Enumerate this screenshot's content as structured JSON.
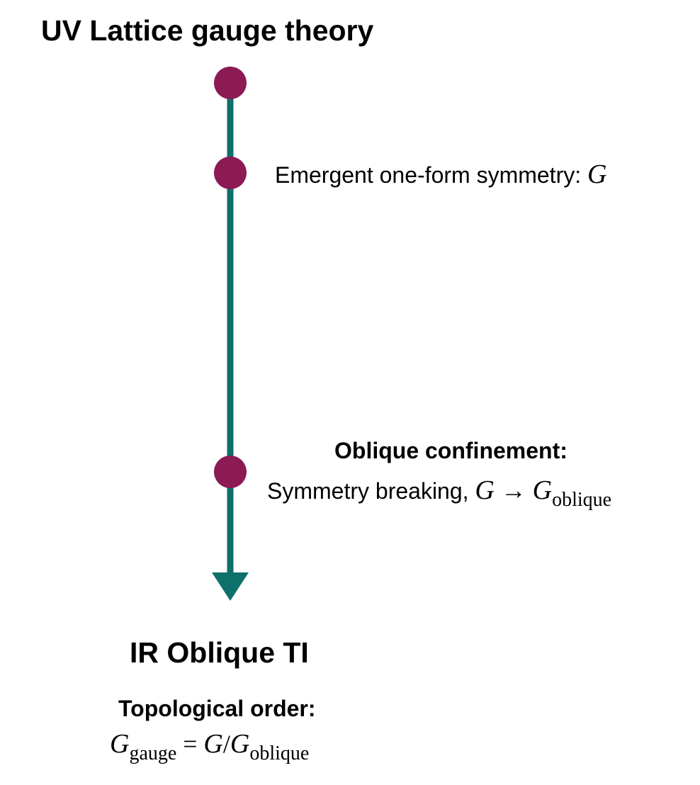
{
  "colors": {
    "flow_line": "#0f6f6a",
    "node": "#8b1a55",
    "text": "#000000"
  },
  "uv": {
    "title": "UV Lattice gauge theory"
  },
  "emergent": {
    "label": "Emergent one-form symmetry:",
    "symbol": "G"
  },
  "oblique_confinement": {
    "heading": "Oblique confinement:",
    "label": "Symmetry breaking,",
    "from_symbol": "G",
    "arrow": "→",
    "to_symbol": "G",
    "to_subscript": "oblique"
  },
  "ir": {
    "title": "IR Oblique TI",
    "heading": "Topological order:",
    "lhs_symbol": "G",
    "lhs_subscript": "gauge",
    "equals": "=",
    "rhs_symbol": "G",
    "slash": "/",
    "rhs_symbol2": "G",
    "rhs_subscript": "oblique"
  }
}
